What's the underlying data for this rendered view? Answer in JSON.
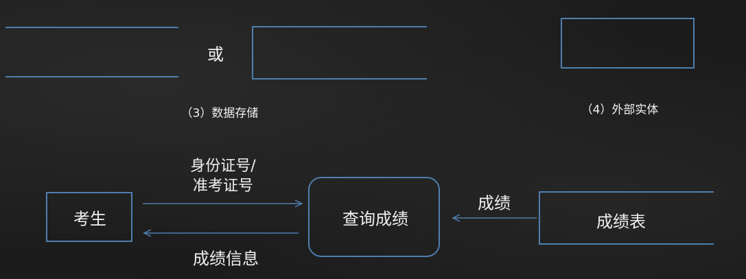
{
  "legend": {
    "or_text": "或",
    "data_store_caption": "（3）数据存储",
    "external_entity_caption": "（4）外部实体"
  },
  "diagram": {
    "entity": "考生",
    "process": "查询成绩",
    "data_store": "成绩表",
    "flow_request_line1": "身份证号/",
    "flow_request_line2": "准考证号",
    "flow_response": "成绩信息",
    "flow_from_store": "成绩"
  },
  "colors": {
    "line": "#4f7fb0",
    "text": "#f0f0f0",
    "background": "#1c1c1c"
  }
}
